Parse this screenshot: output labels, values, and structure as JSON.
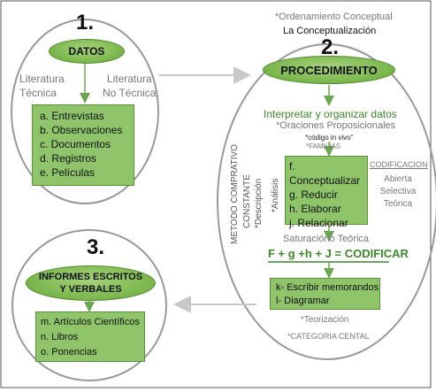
{
  "sections": {
    "datos": {
      "number": "1.",
      "title": "DATOS",
      "left_label": "Literatura\nTécnica",
      "right_label": "Literatura\nNo Técnica",
      "items": [
        "a.  Entrevistas",
        "b.  Observaciones",
        "c.  Documentos",
        "d.  Registros",
        "e.  Películas"
      ]
    },
    "procedimiento": {
      "header_note1": "*Ordenamiento Conceptual",
      "header_note2": "La Conceptualización",
      "number": "2.",
      "title": "PROCEDIMIENTO",
      "interpret": "Interpretar y organizar datos",
      "oraciones": "*Oraciones Proposicionales",
      "codigo": "*código in vivo\"",
      "familias": "*FAMILIAS",
      "steps": [
        "f. Conceptualizar",
        "g. Reducir",
        "h. Elaborar",
        "j. Relacionar"
      ],
      "codificacion": {
        "title": "CODIFICACION",
        "items": [
          "Abierta",
          "Selectiva",
          "Teórica"
        ]
      },
      "vertical_1": "METODO COMPRATIVO",
      "vertical_2": "CONSTANTE",
      "vertical_3": "*Descripción",
      "vertical_4": "*Análisis",
      "saturacion": "Saturacióno Teórica",
      "formula": "F + g +h + J = CODIFICAR",
      "steps2": [
        "k- Escribir memorandos",
        "l-  Diagramar"
      ],
      "teorizacion": "*Teorización",
      "categoria": "*CATEGORIA CENTAL"
    },
    "informes": {
      "number": "3.",
      "title_line1": "INFORMES ESCRITOS",
      "title_line2": "Y VERBALES",
      "items": [
        "m. Artículos Científicos",
        "n.  Libros",
        "o.  Ponencias"
      ]
    }
  }
}
